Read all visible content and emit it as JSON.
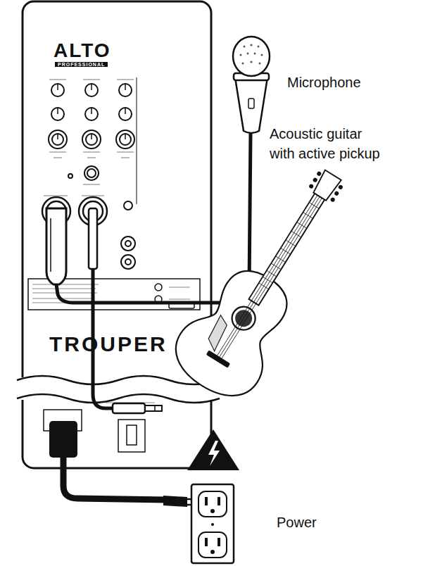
{
  "diagram": {
    "labels": [
      "ALTO",
      "PROFESSIONAL",
      "TROUPER",
      "Microphone",
      "Acoustic guitar with active pickup",
      "Power"
    ]
  }
}
